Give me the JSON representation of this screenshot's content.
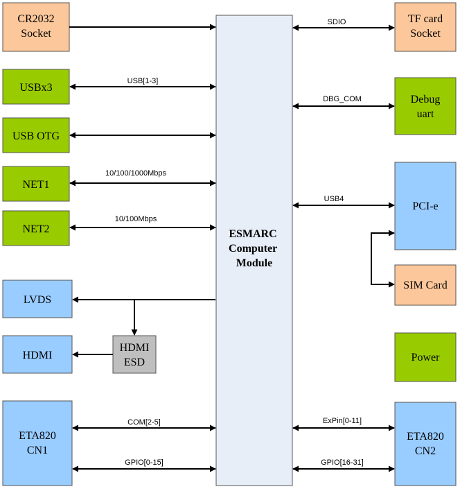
{
  "colors": {
    "green": "#99cc00",
    "orange": "#fcc79a",
    "blue": "#99ccff",
    "gray": "#bfbfbf",
    "center": "#e8eef8",
    "stroke": "#555555"
  },
  "center": {
    "lines": [
      "ESMARC",
      "Computer",
      "Module"
    ]
  },
  "boxes": {
    "cr2032": {
      "lines": [
        "CR2032",
        "Socket"
      ]
    },
    "usbx3": {
      "lines": [
        "USBx3"
      ]
    },
    "usbotg": {
      "lines": [
        "USB OTG"
      ]
    },
    "net1": {
      "lines": [
        "NET1"
      ]
    },
    "net2": {
      "lines": [
        "NET2"
      ]
    },
    "lvds": {
      "lines": [
        "LVDS"
      ]
    },
    "hdmi": {
      "lines": [
        "HDMI"
      ]
    },
    "hdmiesd": {
      "lines": [
        "HDMI",
        "ESD"
      ]
    },
    "eta820cn1": {
      "lines": [
        "ETA820",
        "CN1"
      ]
    },
    "tfcard": {
      "lines": [
        "TF card",
        "Socket"
      ]
    },
    "debug": {
      "lines": [
        "Debug",
        "uart"
      ]
    },
    "pcie": {
      "lines": [
        "PCI-e"
      ]
    },
    "simcard": {
      "lines": [
        "SIM Card"
      ]
    },
    "power": {
      "lines": [
        "Power"
      ]
    },
    "eta820cn2": {
      "lines": [
        "ETA820",
        "CN2"
      ]
    }
  },
  "links": {
    "usb13": "USB[1-3]",
    "net1speed": "10/100/1000Mbps",
    "net2speed": "10/100Mbps",
    "com25": "COM[2-5]",
    "gpio015": "GPIO[0-15]",
    "sdio": "SDIO",
    "dbgcom": "DBG_COM",
    "usb4": "USB4",
    "expin": "ExPin[0-11]",
    "gpio1631": "GPIO[16-31]"
  }
}
